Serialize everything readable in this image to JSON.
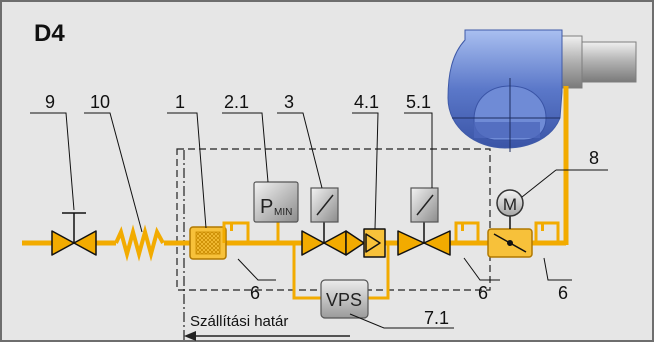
{
  "title": "D4",
  "labels": {
    "ball_valve": "9",
    "flex_hose": "10",
    "filter": "1",
    "pressure_switch": "2.1",
    "solenoid_valve_1": "3",
    "regulator": "4.1",
    "solenoid_valve_2": "5.1",
    "motor": "8",
    "test_point_a": "6",
    "test_point_b": "6",
    "test_point_c": "6",
    "valve_proving": "7.1"
  },
  "pressure_switch_text": {
    "main": "P",
    "sub": "MIN"
  },
  "vps_text": "VPS",
  "motor_symbol": "M",
  "supply_boundary_text": "Szállítási határ",
  "colors": {
    "background": "#e6e6e6",
    "border": "#6e6e6e",
    "gas_line": "#f2ab00",
    "fitting": "#f7c13a",
    "blower": "#5b78c9",
    "component_grey": "#a9a9a9"
  }
}
